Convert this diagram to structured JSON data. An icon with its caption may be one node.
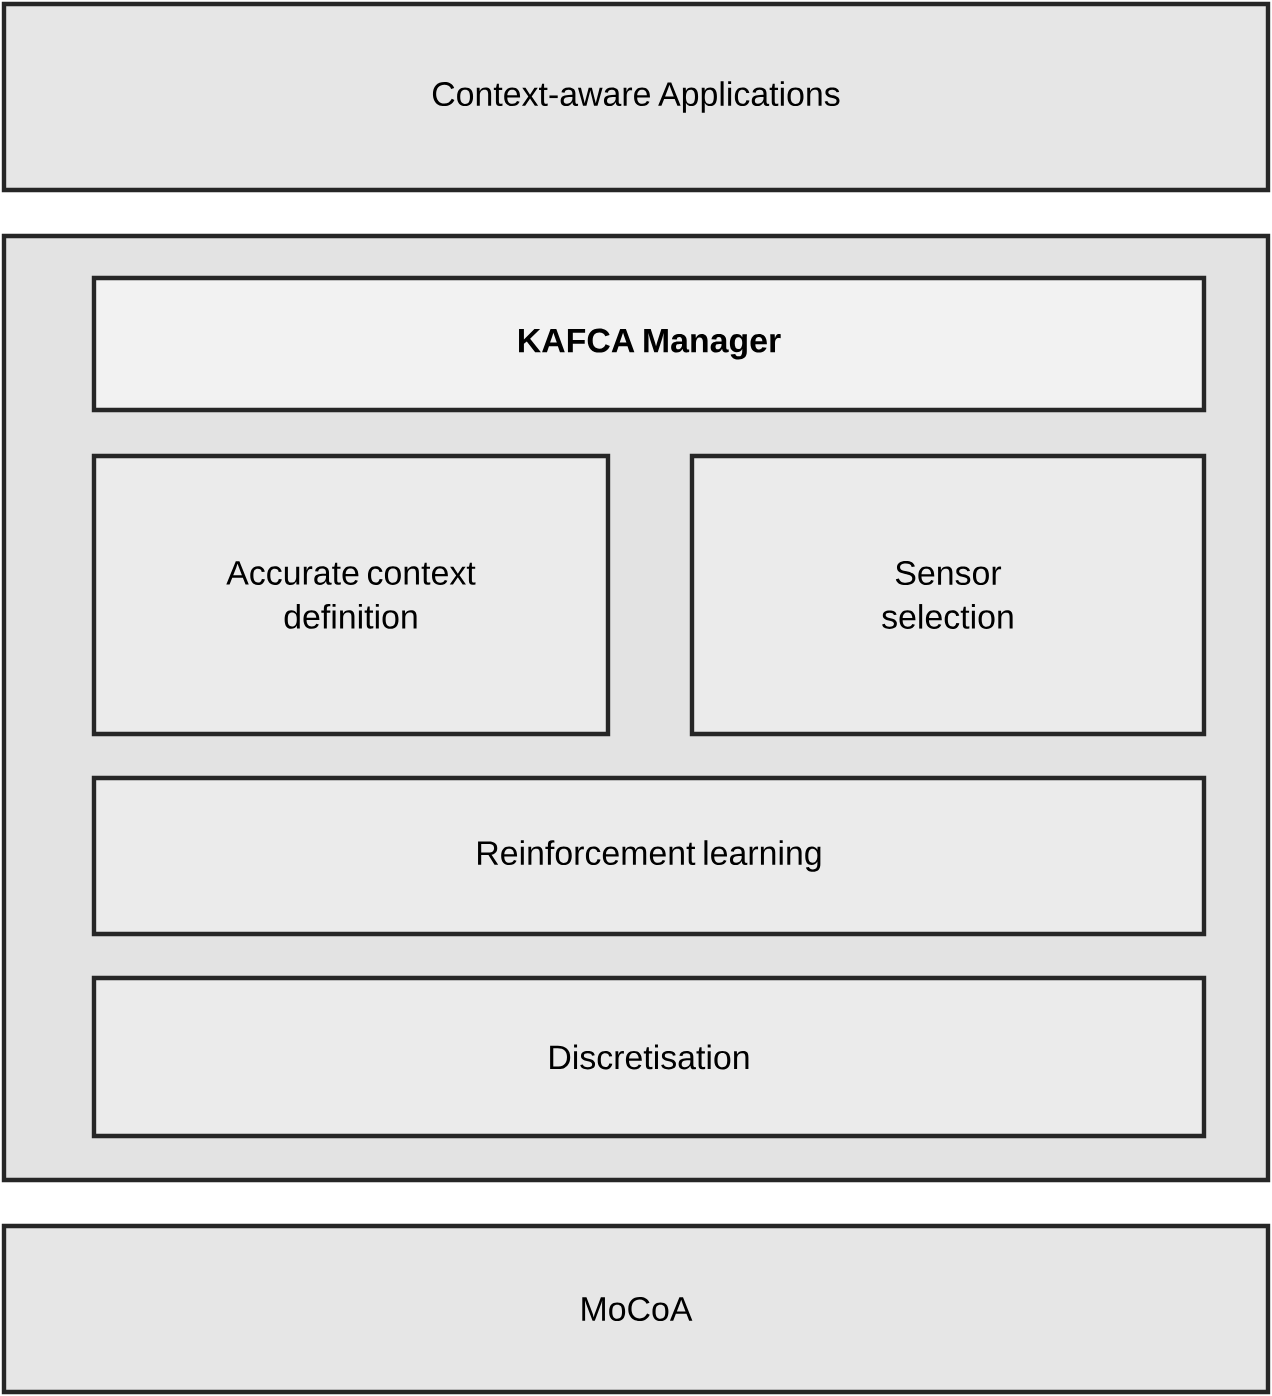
{
  "diagram": {
    "nodes": [
      {
        "text": [
          "Context-aware Applications"
        ]
      },
      {
        "text": [],
        "shape": "box"
      },
      {
        "text": [
          "KAFCA Manager"
        ],
        "in": 1
      },
      {
        "text": [
          "Accurate context definition"
        ],
        "in": 1
      },
      {
        "text": [
          "Sensor selection"
        ],
        "in": 1
      },
      {
        "text": [
          "Reinforcement learning"
        ],
        "in": 1
      },
      {
        "text": [
          "Discretisation"
        ],
        "in": 1
      },
      {
        "text": [
          "MoCoA"
        ]
      }
    ]
  }
}
